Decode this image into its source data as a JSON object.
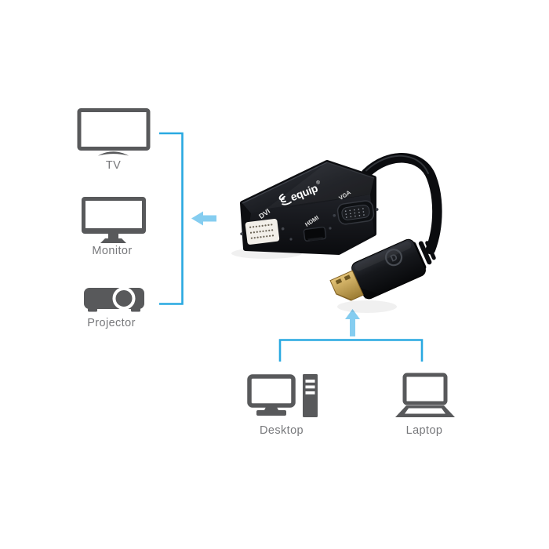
{
  "diagram": {
    "outputs": [
      {
        "label": "TV"
      },
      {
        "label": "Monitor"
      },
      {
        "label": "Projector"
      }
    ],
    "sources": [
      {
        "label": "Desktop"
      },
      {
        "label": "Laptop"
      }
    ],
    "adapter": {
      "brand": "equip",
      "registered_mark": "®",
      "port_labels": [
        "DVI",
        "HDMI",
        "VGA"
      ],
      "connector_logo_letter": "D"
    },
    "colors": {
      "connector_line_blue": "#29a9e1",
      "arrow_light_blue": "#85cdf0",
      "icon_gray": "#58595b",
      "label_gray": "#77787b",
      "adapter_body_black": "#111318",
      "plug_gold": "#c9a254",
      "dvi_port_white": "#f2efe9"
    }
  }
}
